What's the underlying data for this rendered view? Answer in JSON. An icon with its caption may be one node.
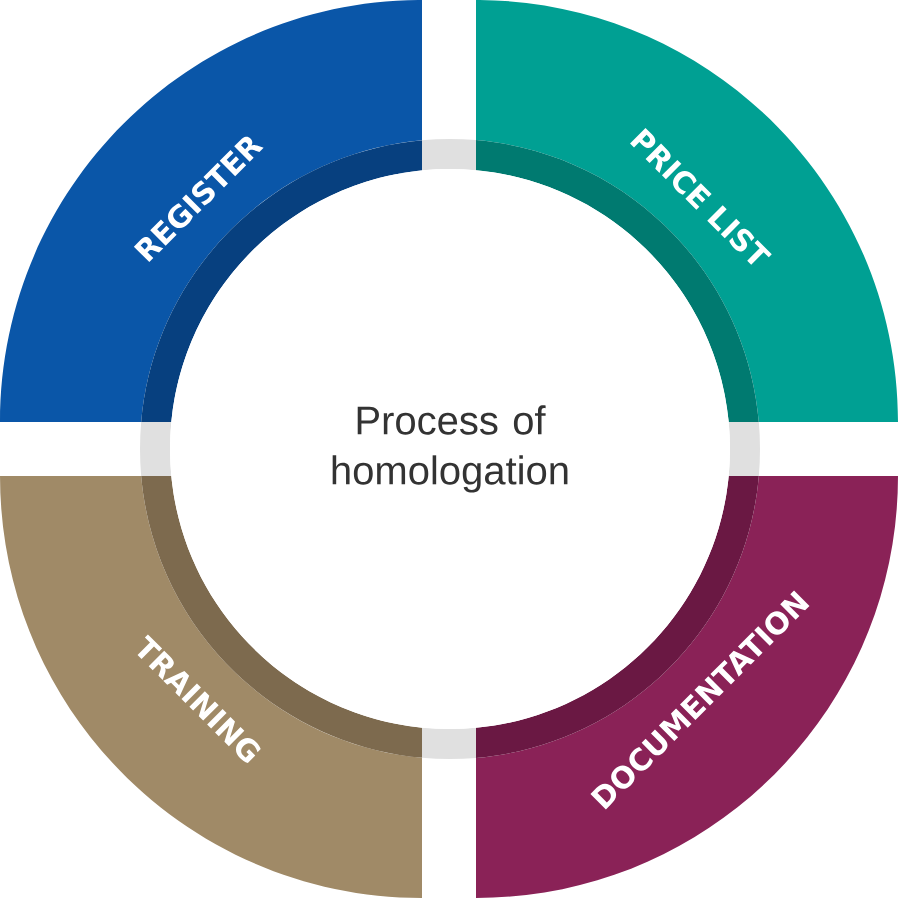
{
  "diagram": {
    "nodes": [
      {
        "text": [
          "Process of homologation"
        ]
      },
      {
        "text": [
          "REGISTER"
        ]
      },
      {
        "text": [
          "PRICE LIST"
        ]
      },
      {
        "text": [
          "TRAINING"
        ]
      },
      {
        "text": [
          "DOCUMENTATION"
        ]
      }
    ]
  }
}
